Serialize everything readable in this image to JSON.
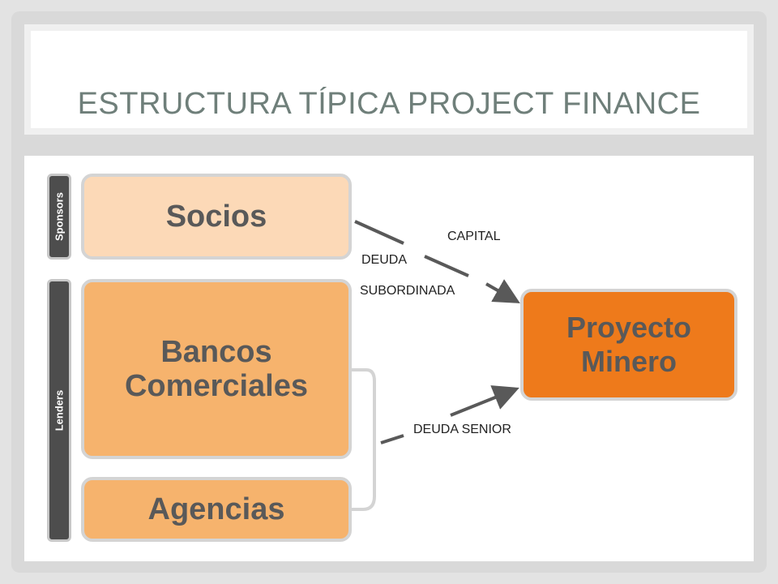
{
  "slide": {
    "title": "ESTRUCTURA TÍPICA PROJECT FINANCE"
  },
  "diagram": {
    "sidebar": {
      "sponsors": "Sponsors",
      "lenders": "Lenders"
    },
    "nodes": {
      "socios": "Socios",
      "bancos_line1": "Bancos",
      "bancos_line2": "Comerciales",
      "agencias": "Agencias",
      "proyecto_line1": "Proyecto",
      "proyecto_line2": "Minero"
    },
    "edges": {
      "capital": "CAPITAL",
      "deuda": "DEUDA",
      "subordinada": "SUBORDINADA",
      "deuda_senior": "DEUDA SENIOR"
    },
    "colors": {
      "sponsor_fill": "#fcd9b7",
      "lender_fill": "#f6b36d",
      "project_fill": "#ee7a1b",
      "title_color": "#6f7f7a",
      "arrow_color": "#595959"
    }
  }
}
